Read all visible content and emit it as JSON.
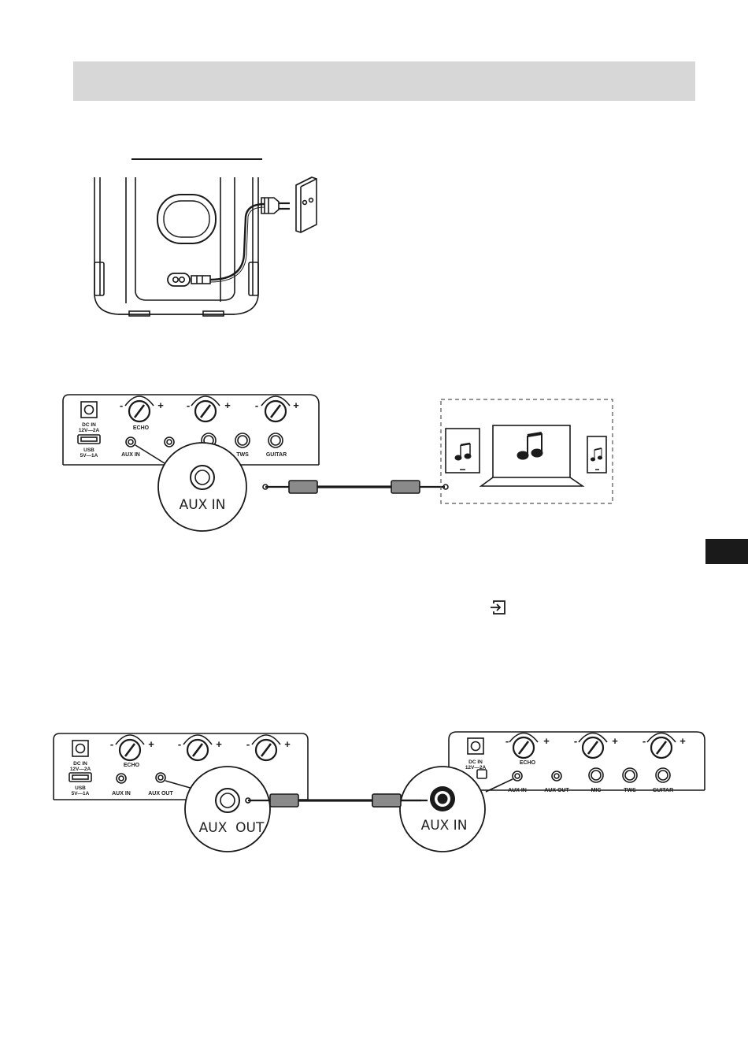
{
  "labels": {
    "dc_in": "DC IN",
    "dc_rating": "12V—2A",
    "usb": "USB",
    "usb_rating": "5V—1A",
    "echo": "ECHO",
    "aux_in": "AUX IN",
    "aux_out": "AUX OUT",
    "mic": "MIC",
    "tws": "TWS",
    "guitar": "GUITAR",
    "minus": "-",
    "plus": "+"
  },
  "callouts": {
    "aux_in_zoom": "AUX IN",
    "aux_out_zoom": "AUX  OUT",
    "aux_in_zoom_2": "AUX IN"
  },
  "icons": {
    "music_note": "music-note-icon",
    "input": "input-source-icon"
  },
  "colors": {
    "header_bar": "#d7d7d7",
    "side_tab": "#1a1a1a",
    "line": "#1a1a1a",
    "cable_plug": "#8a8a8a"
  }
}
